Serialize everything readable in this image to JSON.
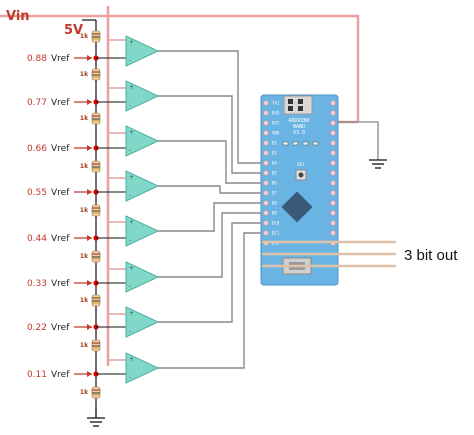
{
  "input_label": "Vin",
  "supply_label": "5V",
  "resistor_label": "1k",
  "reference_word": "Vref",
  "reference_voltages": [
    "0.88",
    "0.77",
    "0.66",
    "0.55",
    "0.44",
    "0.33",
    "0.22",
    "0.11"
  ],
  "board": {
    "name": "ARDUINO",
    "model": "NANO",
    "version": "V3.0",
    "reset_label": "RST",
    "pin_labels": [
      "TX1",
      "RX0",
      "RST",
      "GND",
      "D2",
      "D3",
      "D4",
      "D5",
      "D6",
      "D7",
      "D8",
      "D9",
      "D10",
      "D11",
      "D12"
    ]
  },
  "output_label": "3 bit out",
  "colors": {
    "vin_wire": "#e8a0a0",
    "comparator": "#7fd8c8",
    "board": "#6ab4e4",
    "signal_wire": "#888888",
    "output_wire": "#e0c0a8"
  }
}
